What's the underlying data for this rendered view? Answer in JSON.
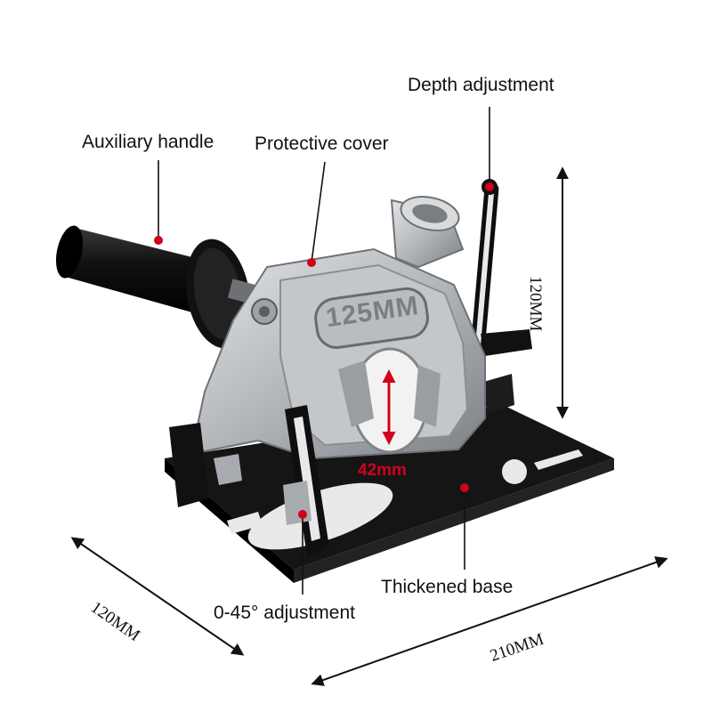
{
  "callouts": {
    "auxiliary_handle": "Auxiliary handle",
    "protective_cover": "Protective cover",
    "depth_adjustment": "Depth adjustment",
    "thickened_base": "Thickened base",
    "angle_adjustment": "0-45° adjustment"
  },
  "dimensions": {
    "height": "120MM",
    "depth": "120MM",
    "length": "210MM",
    "opening": "42mm"
  },
  "cover_marking": "125MM",
  "colors": {
    "callout_dot": "#d0021b",
    "body_metal": "#b8bbbe",
    "base_black": "#141414"
  }
}
